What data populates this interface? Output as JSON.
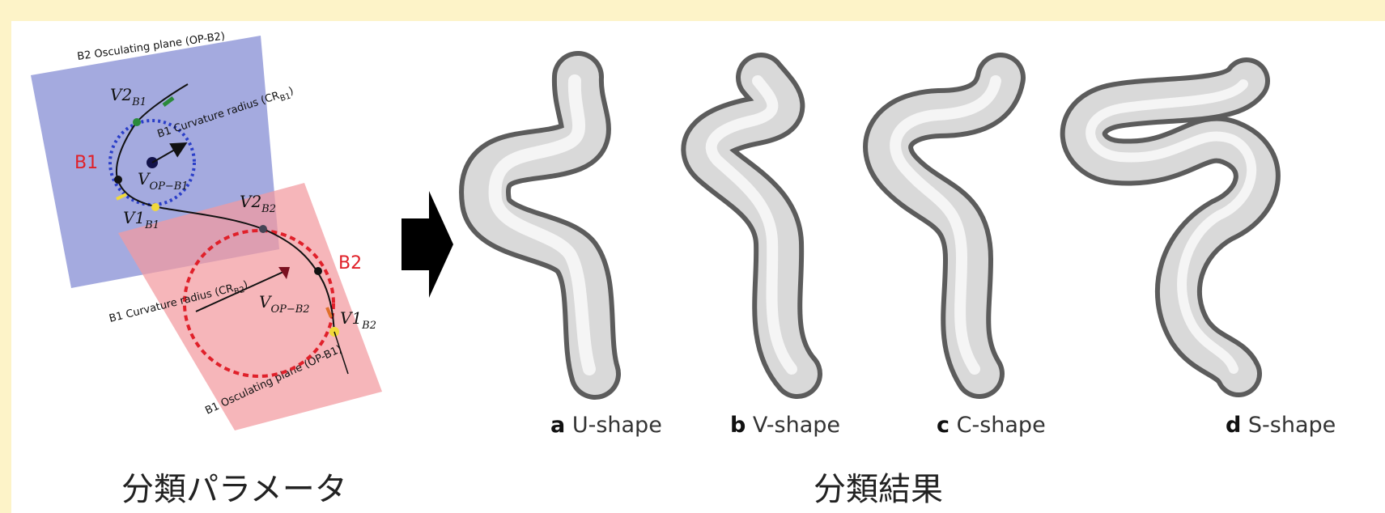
{
  "diagram": {
    "plane_b2_label": "B2 Osculating plane (OP-B2)",
    "plane_b1_label": "B1 Osculating plane (OP-B1)",
    "b1_curvature_label": "B1 Curvature radius (CR",
    "b1_curvature_sub": "B1",
    "b2_curvature_label": "B1 Curvature radius (CR",
    "b2_curvature_sub": "B2",
    "segment_b1": "B1",
    "segment_b2": "B2",
    "v2_b1": "V2",
    "v2_b1_sub": "B1",
    "v1_b1": "V1",
    "v1_b1_sub": "B1",
    "v_op_b1": "V",
    "v_op_b1_sub": "OP−B1",
    "v2_b2": "V2",
    "v2_b2_sub": "B2",
    "v1_b2": "V1",
    "v1_b2_sub": "B2",
    "v_op_b2": "V",
    "v_op_b2_sub": "OP−B2"
  },
  "shapes": [
    {
      "letter": "a",
      "name": "U-shape"
    },
    {
      "letter": "b",
      "name": "V-shape"
    },
    {
      "letter": "c",
      "name": "C-shape"
    },
    {
      "letter": "d",
      "name": "S-shape"
    }
  ],
  "captions": {
    "left": "分類パラメータ",
    "right": "分類結果"
  },
  "colors": {
    "background": "#fdf3c8",
    "plane_b2": "#8a92d6",
    "plane_b1": "#f3a0a4",
    "accent_red": "#e02028"
  }
}
